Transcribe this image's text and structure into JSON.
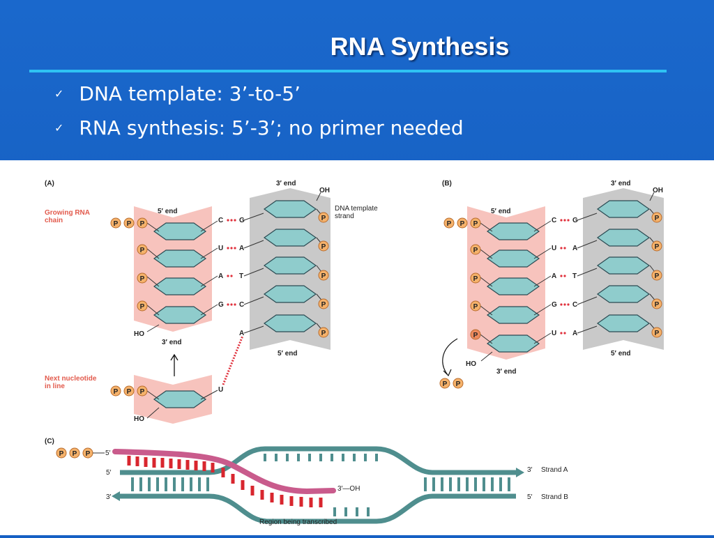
{
  "slide": {
    "title": "RNA Synthesis",
    "bullets": [
      {
        "check": "✓",
        "text": "DNA template: 3’-to-5’"
      },
      {
        "check": "✓",
        "text": "RNA synthesis: 5’-3’; no primer needed"
      }
    ]
  },
  "figure": {
    "panel_a": {
      "letter": "(A)",
      "growing_rna": "Growing RNA chain",
      "growing_rna_l1": "Growing RNA",
      "growing_rna_l2": "chain",
      "five_end": "5′ end",
      "three_end_rna": "3′ end",
      "ho": "HO",
      "template_three_end": "3′ end",
      "oh": "OH",
      "dna_template_l1": "DNA template",
      "dna_template_l2": "strand",
      "template_five_end": "5′ end",
      "rna_bases": [
        "C",
        "U",
        "A",
        "G"
      ],
      "dna_bases": [
        "G",
        "A",
        "T",
        "C",
        "A"
      ],
      "next_l1": "Next nucleotide",
      "next_l2": "in line",
      "next_base": "U",
      "next_ho": "HO",
      "ppp": [
        "P",
        "P",
        "P"
      ],
      "p": "P"
    },
    "panel_b": {
      "letter": "(B)",
      "five_end": "5′ end",
      "three_end_rna": "3′ end",
      "ho": "HO",
      "template_three_end": "3′ end",
      "oh": "OH",
      "template_five_end": "5′ end",
      "rna_bases": [
        "C",
        "U",
        "A",
        "G",
        "U"
      ],
      "dna_bases": [
        "G",
        "A",
        "T",
        "C",
        "A"
      ],
      "released_pp": [
        "P",
        "P"
      ],
      "p": "P"
    },
    "panel_c": {
      "letter": "(C)",
      "five_prime_top": "5′",
      "five_prime_left": "5′",
      "three_prime_left": "3′",
      "three_oh": "3′—OH",
      "strand_a_end": "3′",
      "strand_a": "Strand A",
      "strand_b_end": "5′",
      "strand_b": "Strand B",
      "region": "Region being transcribed",
      "ppp": [
        "P",
        "P",
        "P"
      ]
    }
  },
  "colors": {
    "slide_bg": "#1660c4",
    "rule": "#2fc3f3",
    "rna_ribbon": "#f7c3bd",
    "dna_ribbon": "#c9c9c9",
    "sugar": "#8fcccc",
    "phosphate": "#f5b26b",
    "bond": "#e0303c",
    "strand_teal": "#4f8e8e",
    "rna_red": "#d8262e",
    "rna_pink": "#c95b8c"
  }
}
